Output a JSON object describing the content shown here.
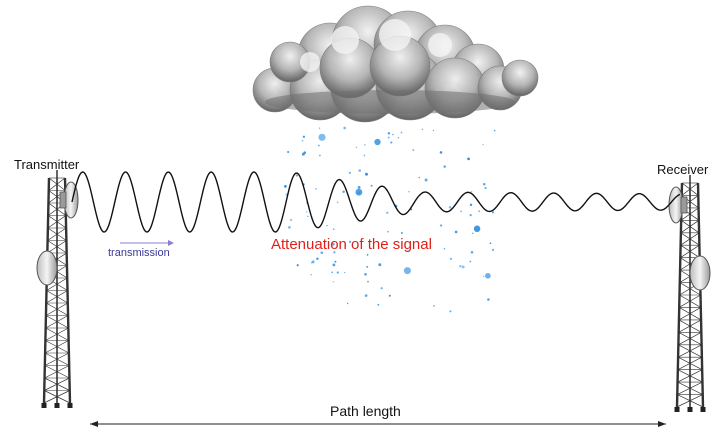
{
  "labels": {
    "transmitter": "Transmitter",
    "receiver": "Receiver",
    "transmission": "transmission",
    "attenuation": "Attenuation of the signal",
    "path_length": "Path length"
  },
  "colors": {
    "attenuation_text": "#e0201b",
    "transmission_text": "#3a3a9a",
    "transmission_arrow": "#8a7fd0",
    "rain_drops": "#2e8fe0",
    "wave": "#111111",
    "tower": "#333333",
    "cloud_dark": "#6f6f6f",
    "cloud_light": "#e6e6e6"
  },
  "icons": {
    "cloud": "cloud-icon",
    "rain": "rain-drops",
    "transmitter_tower": "radio-tower-icon",
    "receiver_tower": "radio-tower-icon"
  }
}
